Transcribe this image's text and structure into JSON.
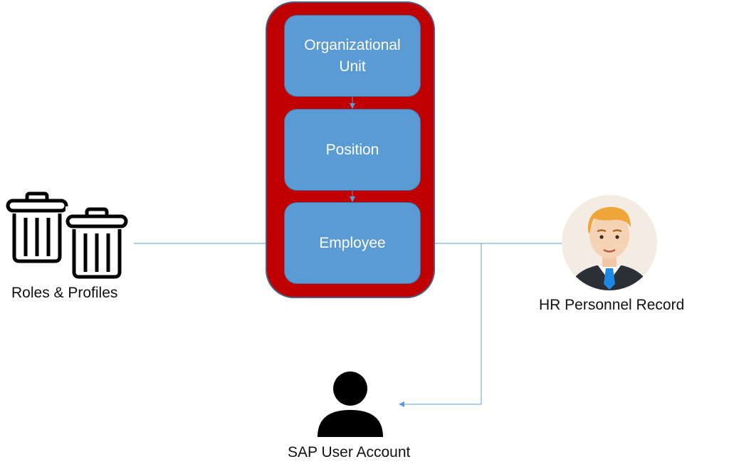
{
  "diagram": {
    "container_color": "#c00000",
    "node_color": "#5b9bd5",
    "connector_color": "#5b9bd5",
    "nodes": {
      "org_unit": {
        "label": "Organizational Unit"
      },
      "position": {
        "label": "Position"
      },
      "employee": {
        "label": "Employee"
      }
    },
    "entities": {
      "roles_profiles": {
        "label": "Roles & Profiles",
        "icon": "trash-can-icon"
      },
      "hr_record": {
        "label": "HR Personnel Record",
        "icon": "businessman-avatar-icon"
      },
      "sap_user": {
        "label": "SAP User Account",
        "icon": "user-silhouette-icon"
      }
    }
  }
}
